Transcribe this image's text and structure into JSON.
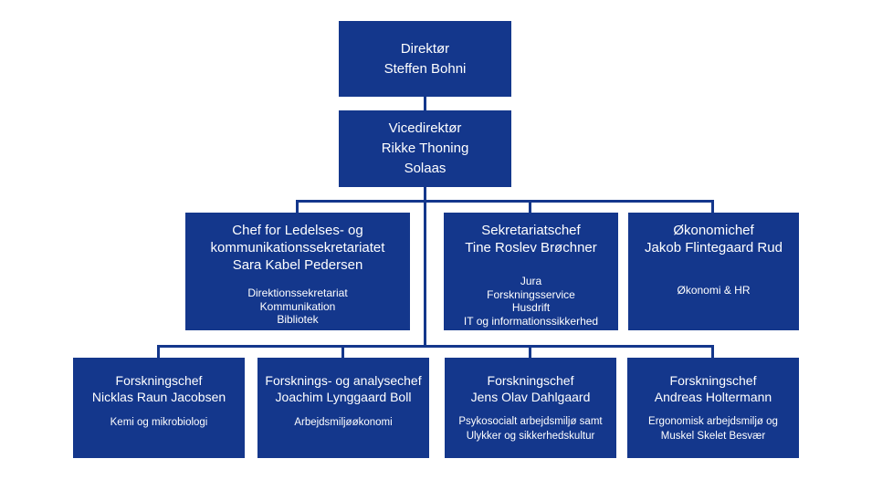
{
  "colors": {
    "box_fill": "#14378C",
    "connector_line": "#14378C",
    "box_text": "#FFFFFF",
    "background": "#FFFFFF"
  },
  "nodes": {
    "direktor": {
      "lines": [
        "Direktør",
        "Steffen Bohni"
      ],
      "subs": []
    },
    "vicedirektor": {
      "lines": [
        "Vicedirektør",
        "Rikke Thoning",
        "Solaas"
      ],
      "subs": []
    },
    "ledelseskommunikation": {
      "lines": [
        "Chef for Ledelses- og",
        "kommunikationssekretariatet",
        "Sara Kabel Pedersen"
      ],
      "subs": [
        "Direktionssekretariat",
        "Kommunikation",
        "Bibliotek"
      ]
    },
    "sekretariat": {
      "lines": [
        "Sekretariatschef",
        "Tine Roslev Brøchner"
      ],
      "subs": [
        "Jura",
        "Forskningsservice",
        "Husdrift",
        "IT og informationssikkerhed"
      ]
    },
    "okonomi": {
      "lines": [
        "Økonomichef",
        "Jakob Flintegaard Rud"
      ],
      "subs": [
        "Økonomi & HR"
      ]
    },
    "forskning_kemi": {
      "lines": [
        "Forskningschef",
        "Nicklas Raun Jacobsen"
      ],
      "subs": [
        "Kemi og mikrobiologi"
      ]
    },
    "forskning_analyse": {
      "lines": [
        "Forsknings- og analysechef",
        "Joachim Lynggaard Boll"
      ],
      "subs": [
        "Arbejdsmiljøøkonomi"
      ]
    },
    "forskning_psykosocial": {
      "lines": [
        "Forskningschef",
        "Jens Olav Dahlgaard"
      ],
      "subs": [
        "Psykosocialt arbejdsmiljø samt",
        "Ulykker og sikkerhedskultur"
      ]
    },
    "forskning_ergonomi": {
      "lines": [
        "Forskningschef",
        "Andreas Holtermann"
      ],
      "subs": [
        "Ergonomisk arbejdsmiljø og",
        "Muskel Skelet Besvær"
      ]
    }
  }
}
